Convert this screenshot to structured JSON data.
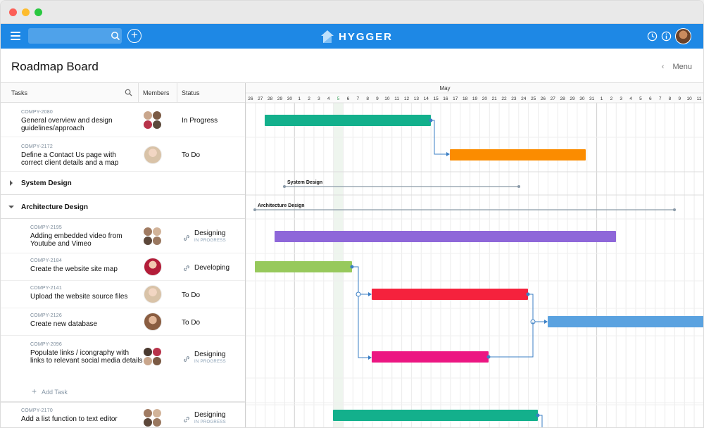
{
  "app": {
    "brand": "HYGGER",
    "search_placeholder": "",
    "add_symbol": "+"
  },
  "page": {
    "title": "Roadmap Board",
    "menu_label": "Menu",
    "menu_chevron": "‹"
  },
  "columns": {
    "tasks": "Tasks",
    "members": "Members",
    "status": "Status"
  },
  "timeline": {
    "month": "May",
    "today": "5",
    "days": [
      "26",
      "27",
      "28",
      "29",
      "30",
      "1",
      "2",
      "3",
      "4",
      "5",
      "6",
      "7",
      "8",
      "9",
      "10",
      "11",
      "12",
      "13",
      "14",
      "15",
      "16",
      "17",
      "18",
      "19",
      "20",
      "21",
      "22",
      "23",
      "24",
      "25",
      "26",
      "27",
      "28",
      "29",
      "30",
      "31",
      "1",
      "2",
      "3",
      "4",
      "5",
      "6",
      "7",
      "8",
      "9",
      "10",
      "11"
    ]
  },
  "rows": [
    {
      "code": "COMPY-2080",
      "title": "General overview and design guidelines/approach",
      "status": "In Progress"
    },
    {
      "code": "COMPY-2172",
      "title": "Define a Contact Us page with correct client details and a map",
      "status": "To Do"
    },
    {
      "group": "System Design",
      "caret": "right"
    },
    {
      "group": "Architecture Design",
      "caret": "down"
    },
    {
      "code": "COMPY-2195",
      "title": "Adding embedded video from Youtube and Vimeo",
      "status": "Designing",
      "sub": "IN PROGRESS"
    },
    {
      "code": "COMPY-2184",
      "title": "Create the website site map",
      "status": "Developing"
    },
    {
      "code": "COMPY-2141",
      "title": "Upload the website source files",
      "status": "To Do"
    },
    {
      "code": "COMPY-2126",
      "title": "Create new database",
      "status": "To Do"
    },
    {
      "code": "COMPY-2096",
      "title": "Populate links / icongraphy with links to relevant social media details",
      "status": "Designing",
      "sub": "IN PROGRESS"
    },
    {
      "add_task": "Add Task"
    },
    {
      "code": "COMPY-2170",
      "title": "Add a list function to text editor",
      "status": "Designing",
      "sub": "IN PROGRESS"
    }
  ],
  "gantt_labels": {
    "system_design": "System Design",
    "architecture_design": "Architecture Design"
  },
  "colors": {
    "appbar": "#1e88e5",
    "teal": "#13b08c",
    "orange": "#fb8c00",
    "purple": "#8e67d9",
    "green": "#97c95c",
    "red": "#f5223d",
    "blue": "#5aa2e0",
    "magenta": "#ec1682"
  },
  "icons": [
    "hamburger-icon",
    "search-icon",
    "add-circle-icon",
    "hygger-logo-icon",
    "clock-icon",
    "info-icon",
    "link-icon",
    "caret-right-icon",
    "caret-down-icon",
    "plus-icon"
  ]
}
